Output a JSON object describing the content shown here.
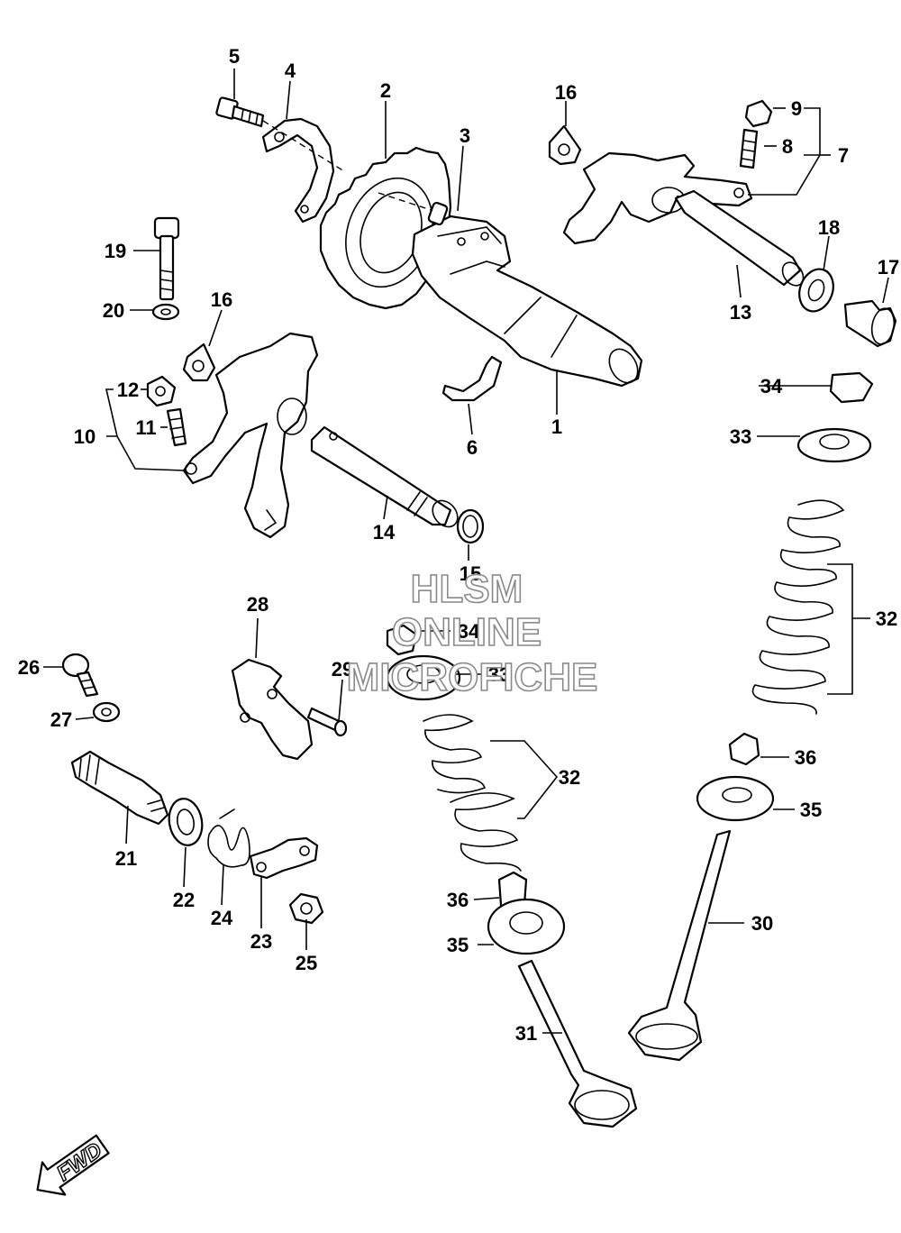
{
  "callouts": [
    "1",
    "2",
    "3",
    "4",
    "5",
    "6",
    "7",
    "8",
    "9",
    "10",
    "11",
    "12",
    "13",
    "14",
    "15",
    "16",
    "16",
    "17",
    "18",
    "19",
    "20",
    "21",
    "22",
    "23",
    "24",
    "25",
    "26",
    "27",
    "28",
    "29",
    "30",
    "31",
    "32",
    "32",
    "33",
    "33",
    "34",
    "34",
    "35",
    "35",
    "36",
    "36"
  ],
  "watermark": {
    "line1": "HLSM",
    "line2": "ONLINE",
    "line3": "MICROFICHE"
  },
  "fwd_label": "FWD"
}
